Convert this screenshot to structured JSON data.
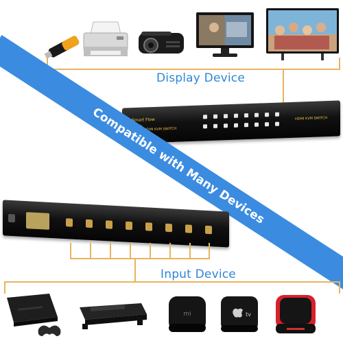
{
  "labels": {
    "display": "Display Device",
    "input": "Input Device",
    "banner": "Compatible with Many Devices"
  },
  "kvm_front": {
    "brand": "Smart Flow",
    "model": "HDMI KVM SWITCH",
    "right_label": "HDMI KVM SWITCH"
  },
  "icons": {
    "display_devices": [
      "usb-drive-icon",
      "printer-icon",
      "projector-icon",
      "monitor-icon",
      "tv-icon"
    ],
    "input_devices": [
      "game-console-icon",
      "game-console-2-icon",
      "tv-box-icon",
      "apple-tv-icon",
      "streaming-box-icon"
    ]
  },
  "colors": {
    "banner": "#3b8ce0",
    "label": "#2d86d6",
    "bracket": "#e9b35c"
  }
}
